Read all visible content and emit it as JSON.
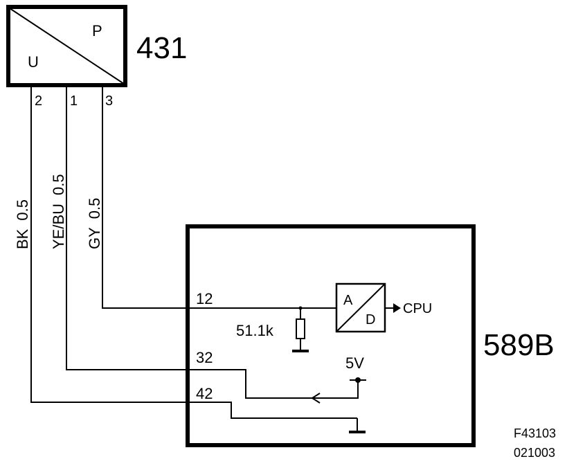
{
  "sensor": {
    "id": "431",
    "upper_letter": "P",
    "lower_letter": "U",
    "pins": [
      "2",
      "1",
      "3"
    ]
  },
  "wires": [
    {
      "color": "BK",
      "size": "0.5"
    },
    {
      "color": "YE/BU",
      "size": "0.5"
    },
    {
      "color": "GY",
      "size": "0.5"
    }
  ],
  "module": {
    "id": "589B",
    "pins": [
      "12",
      "32",
      "42"
    ],
    "resistor": "51.1k",
    "adc_upper": "A",
    "adc_lower": "D",
    "output": "CPU",
    "supply": "5V"
  },
  "figure_code": "F43103",
  "figure_date": "021003"
}
